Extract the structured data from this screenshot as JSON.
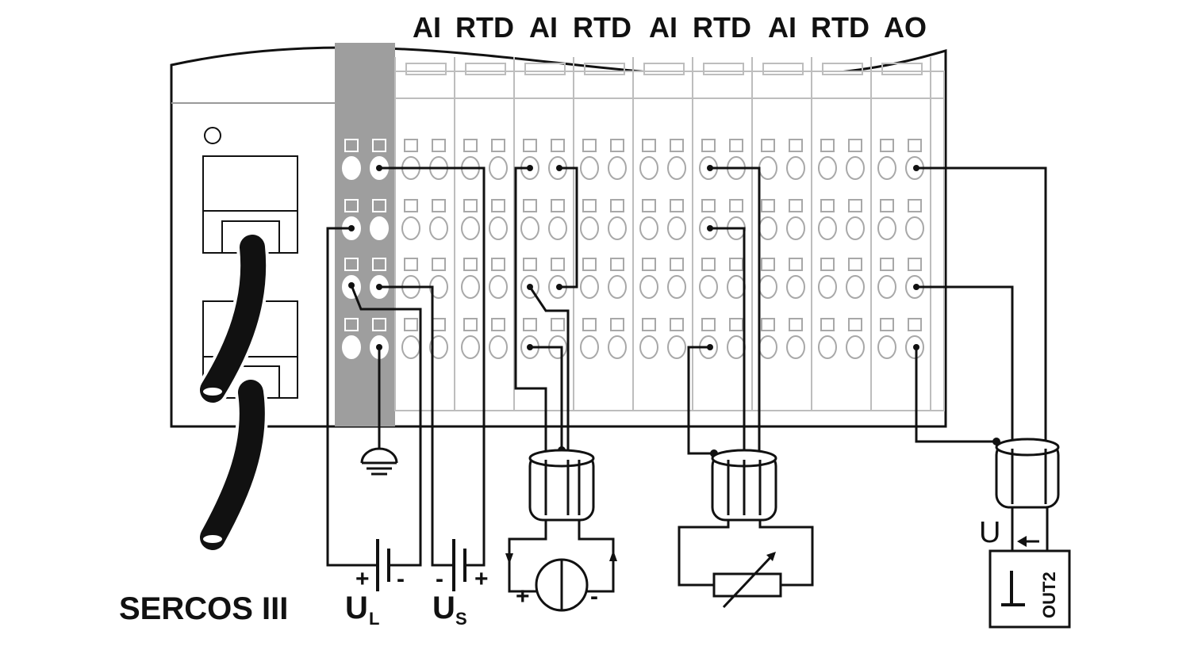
{
  "module_labels": [
    "AI",
    "RTD",
    "AI",
    "RTD",
    "AI",
    "RTD",
    "AI",
    "RTD",
    "AO"
  ],
  "bus_label": "SERCOS III",
  "supply": {
    "ul_main": "U",
    "ul_sub": "L",
    "us_main": "U",
    "us_sub": "S",
    "plus": "+",
    "minus": "-"
  },
  "current_source": {
    "plus": "+",
    "minus": "-"
  },
  "output": {
    "voltage_label": "U",
    "device_label": "OUT2"
  },
  "colors": {
    "line": "#111111",
    "bus_coupler_shade": "#9e9e9e",
    "terminal_gray": "#a8a8a8"
  }
}
